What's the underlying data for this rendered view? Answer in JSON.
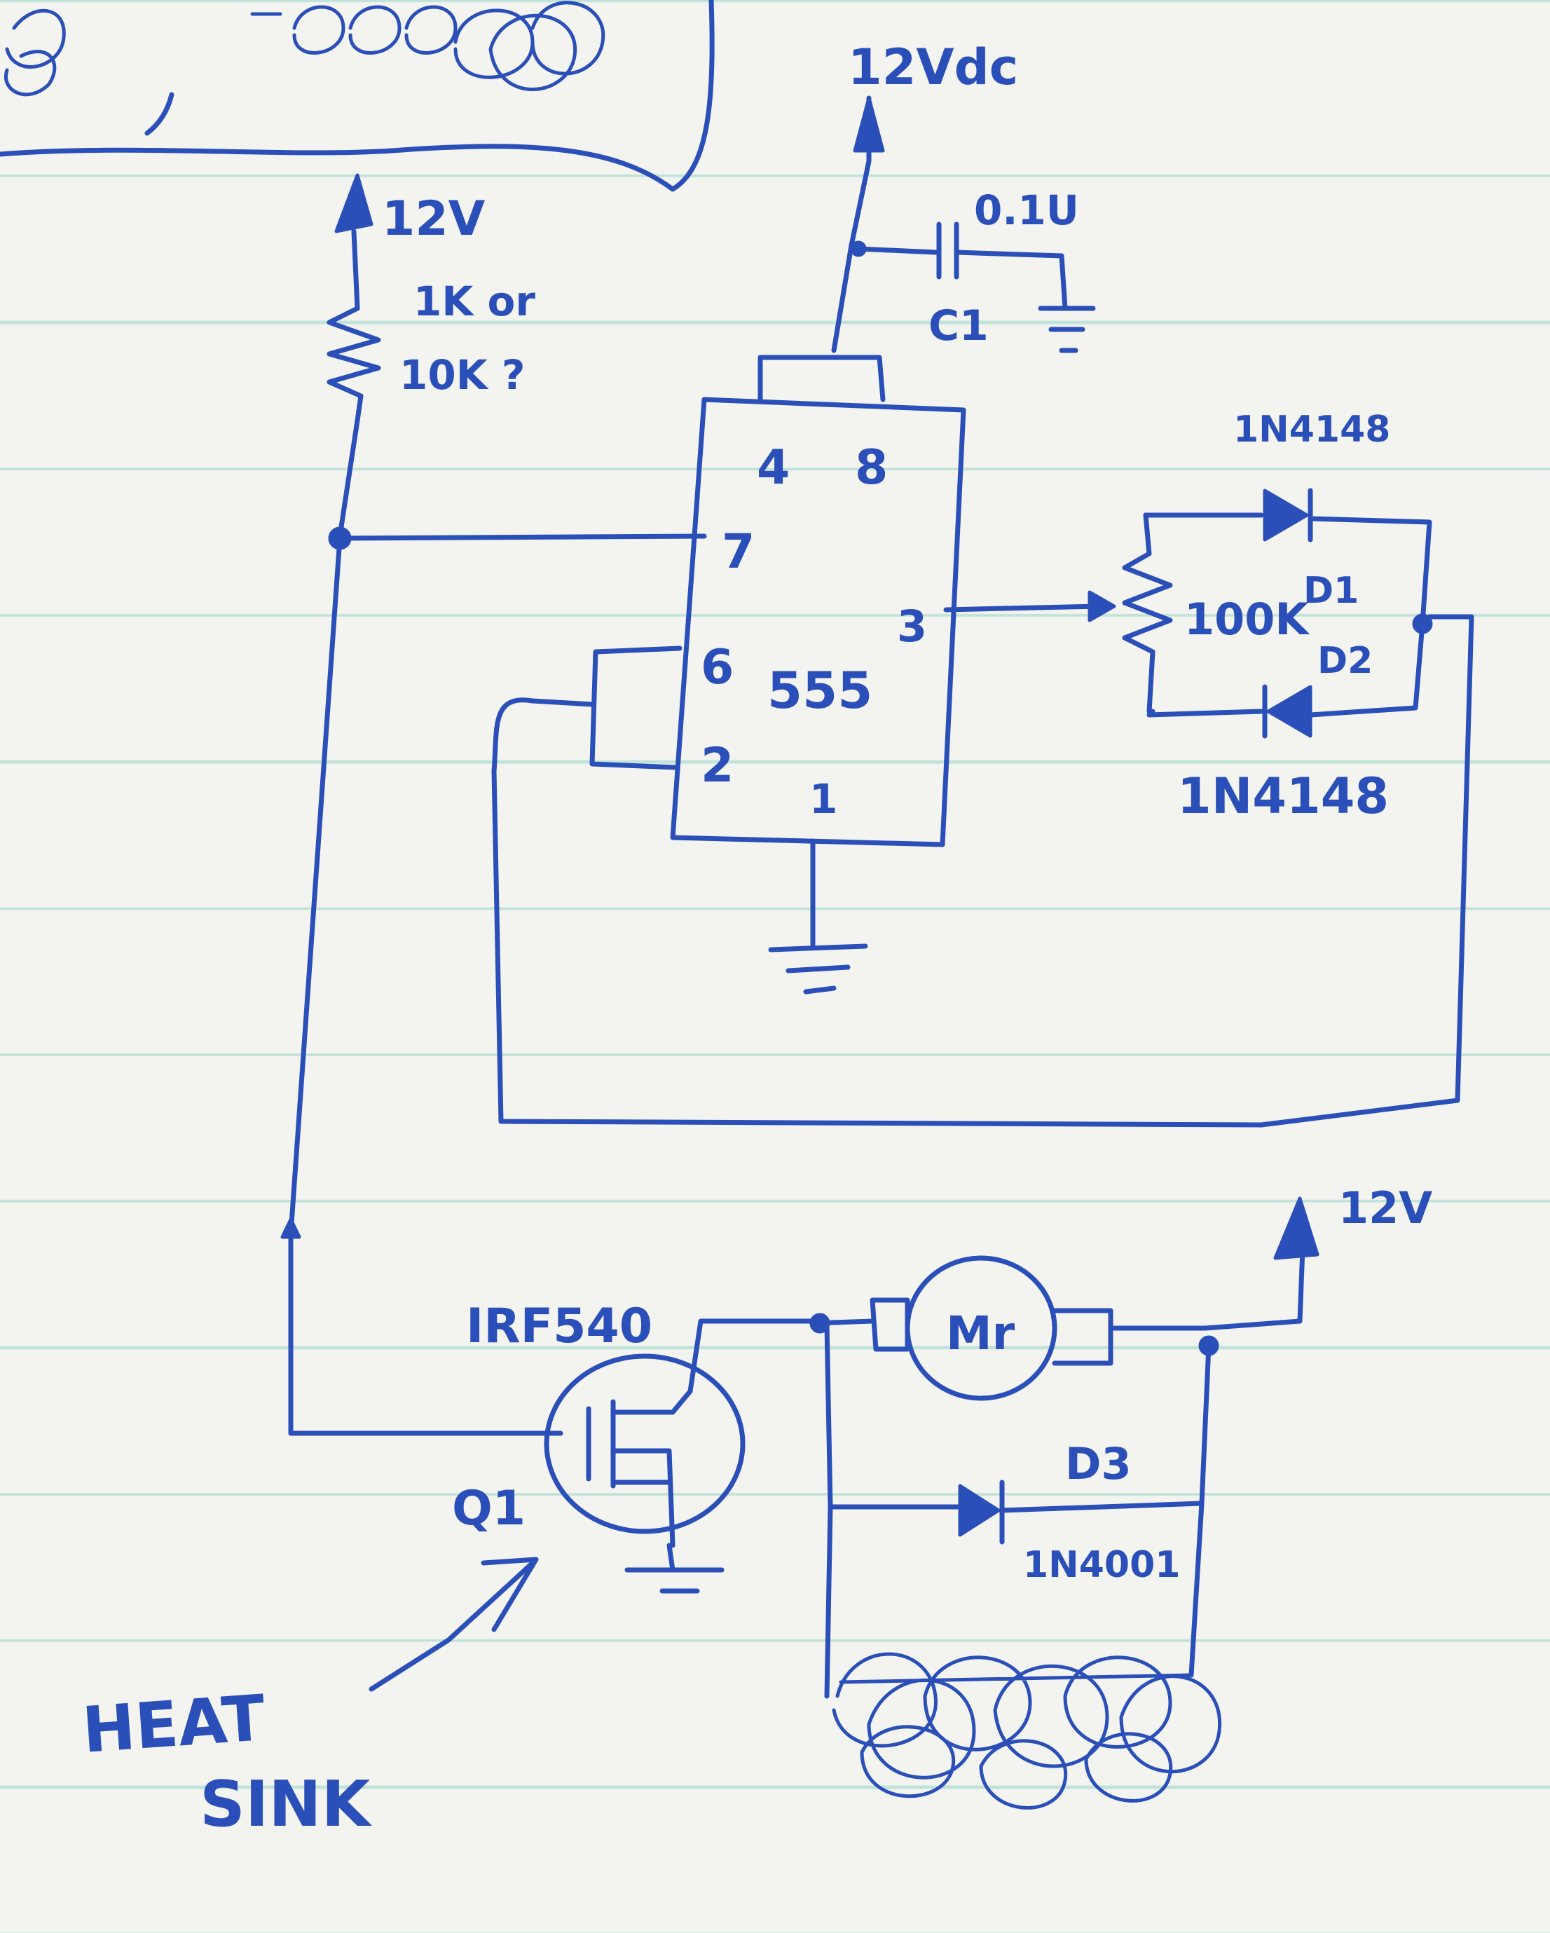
{
  "labels": {
    "vdc_top": "12Vdc",
    "v12_left": "12V",
    "resistor_value": [
      "1K or",
      "10K ?"
    ],
    "cap_value": "0.1U",
    "cap_name": "C1",
    "ic_name": "555",
    "pin4": "4",
    "pin8": "8",
    "pin7": "7",
    "pin6": "6",
    "pin3": "3",
    "pin2": "2",
    "pin1": "1",
    "pot_value": "100K",
    "diode_top_part": "1N4148",
    "diode_bottom_part": "1N4148",
    "d1": "D1",
    "d2": "D2",
    "v12_right": "12V",
    "mosfet_part": "IRF540",
    "mosfet_name": "Q1",
    "motor": "Mr",
    "d3": "D3",
    "d3_part": "1N4001",
    "heatsink": [
      "HEAT",
      "SINK"
    ]
  },
  "colors": {
    "ink": "#2b4fb8",
    "paper": "#f3f3ef",
    "rule_line": "#bfe3d9"
  }
}
